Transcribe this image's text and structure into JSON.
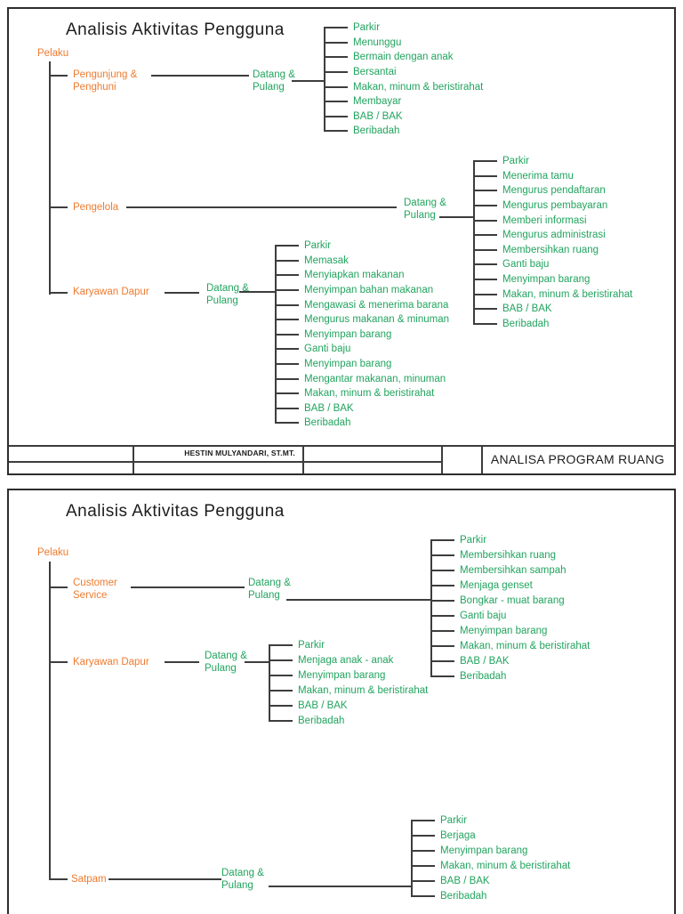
{
  "colors": {
    "actor_orange": "#ee7b2f",
    "activity_green": "#22a45f",
    "line_gray": "#3d3d3d",
    "border_black": "#2d2d2d"
  },
  "panel1": {
    "title": "Analisis Aktivitas Pengguna",
    "root_label": "Pelaku",
    "branches": [
      {
        "actor_lines": [
          "Pengunjung &",
          "Penghuni"
        ],
        "phase_lines": [
          "Datang &",
          "Pulang"
        ],
        "activities": [
          "Parkir",
          "Menunggu",
          "Bermain dengan anak",
          "Bersantai",
          "Makan, minum & beristirahat",
          "Membayar",
          "BAB / BAK",
          "Beribadah"
        ]
      },
      {
        "actor_lines": [
          "Pengelola"
        ],
        "phase_lines": [
          "Datang &",
          "Pulang"
        ],
        "activities": [
          "Parkir",
          "Menerima tamu",
          "Mengurus pendaftaran",
          "Mengurus pembayaran",
          "Memberi informasi",
          "Mengurus administrasi",
          "Membersihkan ruang",
          "Ganti baju",
          "Menyimpan barang",
          "Makan, minum & beristirahat",
          "BAB / BAK",
          "Beribadah"
        ]
      },
      {
        "actor_lines": [
          "Karyawan Dapur"
        ],
        "phase_lines": [
          "Datang &",
          "Pulang"
        ],
        "activities": [
          "Parkir",
          "Memasak",
          "Menyiapkan makanan",
          "Menyimpan bahan makanan",
          "Mengawasi & menerima barana",
          "Mengurus makanan & minuman",
          "Menyimpan barang",
          "Ganti baju",
          "Menyimpan barang",
          "Mengantar makanan, minuman",
          "Makan, minum & beristirahat",
          "BAB / BAK",
          "Beribadah"
        ]
      }
    ],
    "title_block": {
      "author": "HESTIN MULYANDARI, ST.MT.",
      "sheet_title": "ANALISA PROGRAM RUANG"
    }
  },
  "panel2": {
    "title": "Analisis Aktivitas Pengguna",
    "root_label": "Pelaku",
    "branches": [
      {
        "actor_lines": [
          "Customer",
          "Service"
        ],
        "phase_lines": [
          "Datang &",
          "Pulang"
        ],
        "activities": [
          "Parkir",
          "Membersihkan ruang",
          "Membersihkan sampah",
          "Menjaga genset",
          "Bongkar - muat barang",
          "Ganti baju",
          "Menyimpan barang",
          "Makan, minum & beristirahat",
          "BAB / BAK",
          "Beribadah"
        ]
      },
      {
        "actor_lines": [
          "Karyawan Dapur"
        ],
        "phase_lines": [
          "Datang &",
          "Pulang"
        ],
        "activities": [
          "Parkir",
          "Menjaga anak - anak",
          "Menyimpan barang",
          "Makan, minum & beristirahat",
          "BAB / BAK",
          "Beribadah"
        ]
      },
      {
        "actor_lines": [
          "Satpam"
        ],
        "phase_lines": [
          "Datang &",
          "Pulang"
        ],
        "activities": [
          "Parkir",
          "Berjaga",
          "Menyimpan barang",
          "Makan, minum & beristirahat",
          "BAB / BAK",
          "Beribadah"
        ]
      }
    ]
  }
}
